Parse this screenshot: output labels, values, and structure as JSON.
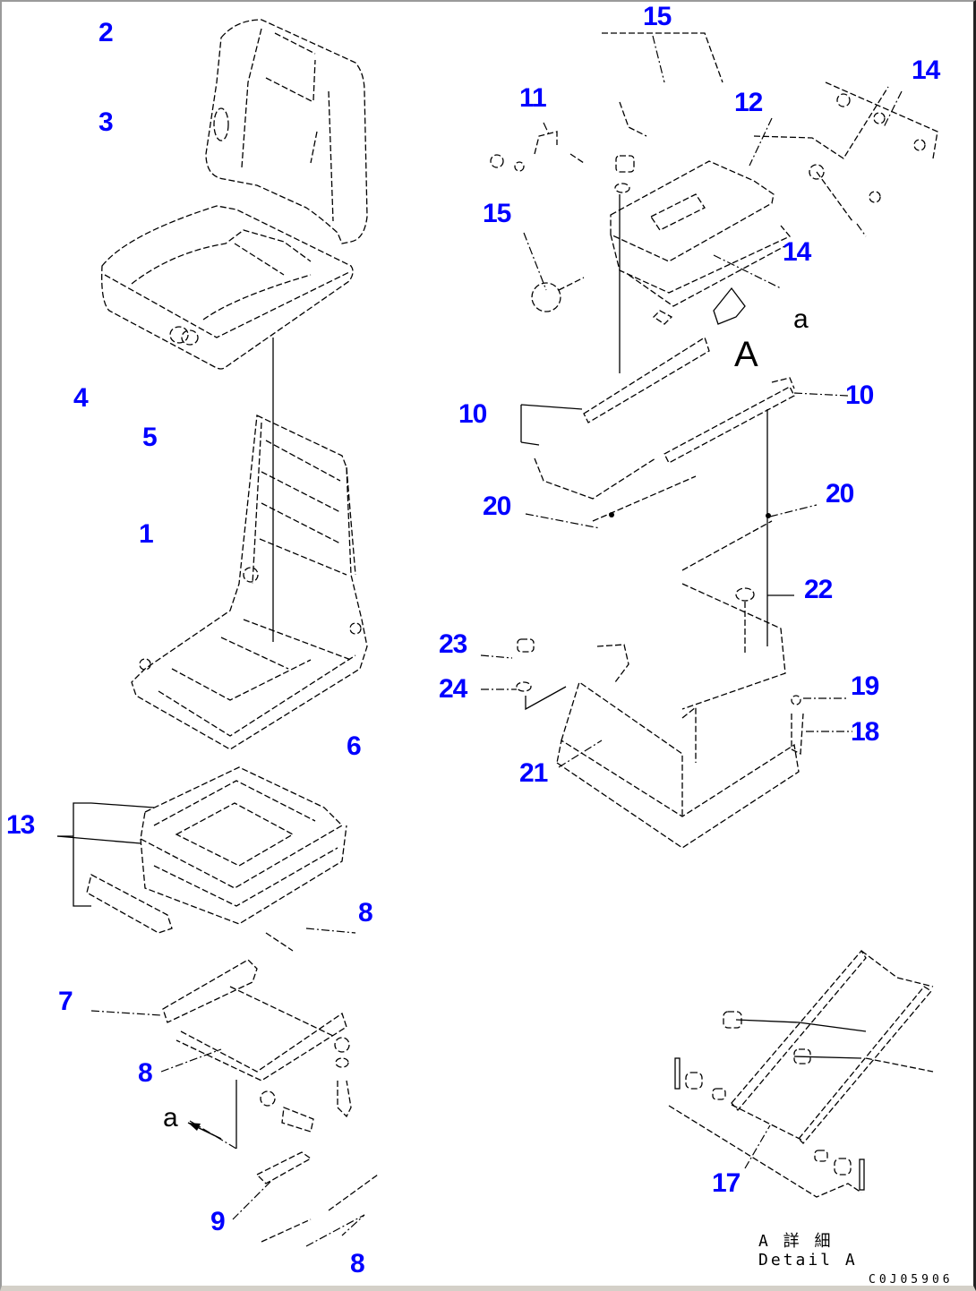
{
  "diagram": {
    "type": "exploded parts diagram",
    "subject": "operator seat assembly",
    "callout_color": "#0000ff",
    "callouts": [
      {
        "id": "c2",
        "label": "2"
      },
      {
        "id": "c3",
        "label": "3"
      },
      {
        "id": "c4",
        "label": "4"
      },
      {
        "id": "c5",
        "label": "5"
      },
      {
        "id": "c1",
        "label": "1"
      },
      {
        "id": "c6",
        "label": "6"
      },
      {
        "id": "c13",
        "label": "13"
      },
      {
        "id": "c8a",
        "label": "8"
      },
      {
        "id": "c7",
        "label": "7"
      },
      {
        "id": "c8b",
        "label": "8"
      },
      {
        "id": "c9",
        "label": "9"
      },
      {
        "id": "c8c",
        "label": "8"
      },
      {
        "id": "c15a",
        "label": "15"
      },
      {
        "id": "c11",
        "label": "11"
      },
      {
        "id": "c12",
        "label": "12"
      },
      {
        "id": "c14a",
        "label": "14"
      },
      {
        "id": "c15b",
        "label": "15"
      },
      {
        "id": "c14b",
        "label": "14"
      },
      {
        "id": "c10a",
        "label": "10"
      },
      {
        "id": "c10b",
        "label": "10"
      },
      {
        "id": "c20a",
        "label": "20"
      },
      {
        "id": "c20b",
        "label": "20"
      },
      {
        "id": "c22",
        "label": "22"
      },
      {
        "id": "c23",
        "label": "23"
      },
      {
        "id": "c24",
        "label": "24"
      },
      {
        "id": "c19",
        "label": "19"
      },
      {
        "id": "c18",
        "label": "18"
      },
      {
        "id": "c21",
        "label": "21"
      },
      {
        "id": "c17",
        "label": "17"
      }
    ],
    "view_markers": {
      "arrow_a_upper": "a",
      "arrow_a_lower": "a",
      "view_A": "A"
    },
    "detail_caption": {
      "japanese": "A 詳 細",
      "english": "Detail A"
    },
    "drawing_code": "C0J05906"
  }
}
